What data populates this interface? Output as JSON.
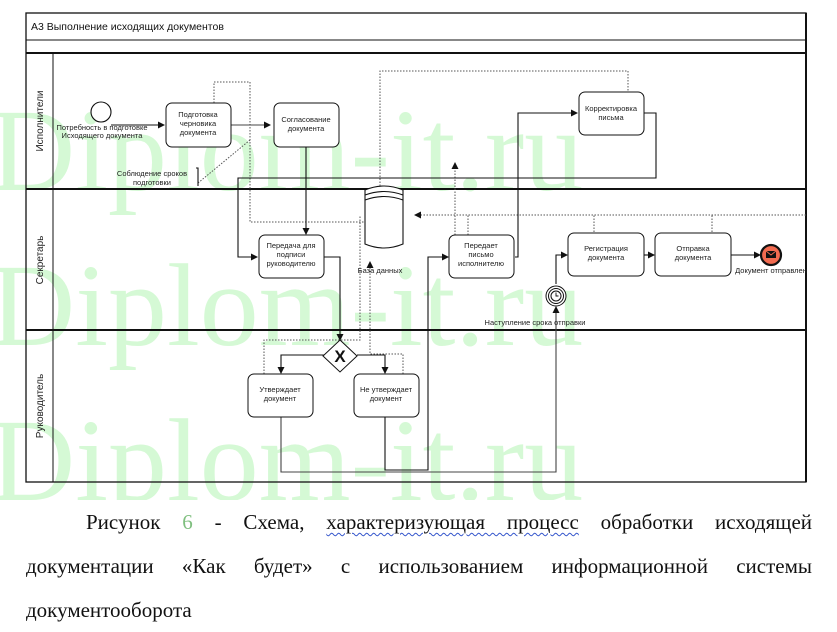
{
  "diagram": {
    "title": "А3 Выполнение исходящих документов",
    "lanes": [
      "Исполнители",
      "Секретарь",
      "Руководитель"
    ],
    "events": {
      "start_label_1": "Потребность в подготовке",
      "start_label_2": "Исходящего документа",
      "timer_label": "Наступление срока отправки",
      "end_label": "Документ отправлен"
    },
    "tasks": {
      "draft": [
        "Подготовка",
        "черновика",
        "документа"
      ],
      "approve_draft": [
        "Согласование",
        "документа"
      ],
      "correct": [
        "Корректировка",
        "письма"
      ],
      "transfer": [
        "Передача для",
        "подписи",
        "руководителю"
      ],
      "return_letter": [
        "Передает",
        "письмо",
        "исполнителю"
      ],
      "register": [
        "Регистрация",
        "документа"
      ],
      "send": [
        "Отправка",
        "документа"
      ],
      "approves": [
        "Утверждает",
        "документ"
      ],
      "not_approves": [
        "Не утверждает",
        "документ"
      ]
    },
    "annotation": [
      "Соблюдение сроков",
      "подготовки"
    ],
    "datastore_label": "База данных",
    "gateway_symbol": "X",
    "end_color": "#f26b50"
  },
  "watermark": "Diplom-it.ru",
  "caption": {
    "prefix": "Рисунок ",
    "number": "6",
    "dash": " - Схема, ",
    "underlined": "характеризующая  процесс",
    "rest1": " обработки исходящей",
    "line2": "документации «Как будет» с использованием информационной системы",
    "line3": "документооборота"
  }
}
